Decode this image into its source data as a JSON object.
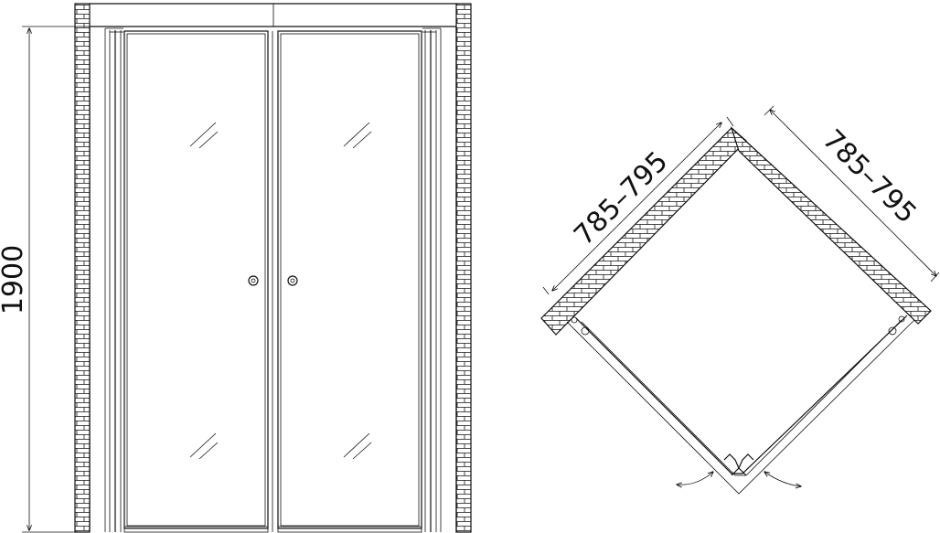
{
  "front_view": {
    "height_label": "1900"
  },
  "plan_view": {
    "left_width_label": "785–795",
    "right_width_label": "785–795"
  }
}
